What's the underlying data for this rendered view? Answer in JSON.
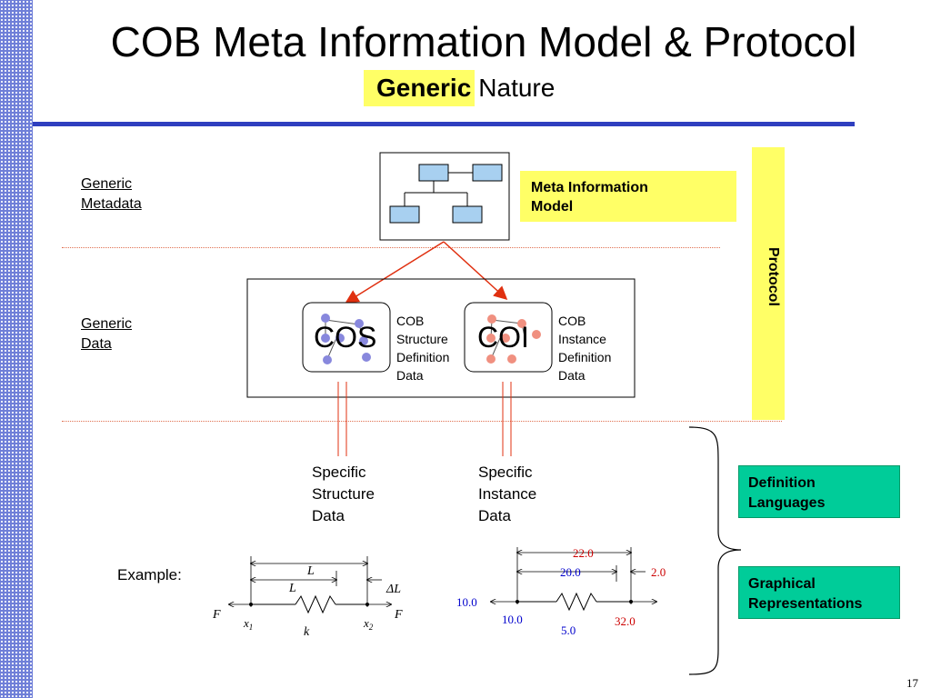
{
  "slide": {
    "title": "COB Meta Information Model & Protocol",
    "subtitle_highlight": "Generic",
    "subtitle_rest": "Nature",
    "page_number": "17"
  },
  "left_labels": {
    "generic_metadata_1": "Generic",
    "generic_metadata_2": "Metadata",
    "generic_data_1": "Generic",
    "generic_data_2": "Data"
  },
  "meta_info_box": {
    "line1": "Meta Information",
    "line2": "Model"
  },
  "protocol_label": "Protocol",
  "cos": {
    "label": "COS",
    "desc": [
      "COB",
      "Structure",
      "Definition",
      "Data"
    ]
  },
  "coi": {
    "label": "COI",
    "desc": [
      "COB",
      "Instance",
      "Definition",
      "Data"
    ]
  },
  "specific_structure": [
    "Specific",
    "Structure",
    "Data"
  ],
  "specific_instance": [
    "Specific",
    "Instance",
    "Data"
  ],
  "definition_languages": {
    "line1": "Definition",
    "line2": "Languages"
  },
  "graphical_representations": {
    "line1": "Graphical",
    "line2": "Representations"
  },
  "example_label": "Example:",
  "example_left": {
    "L_top": "L",
    "L_mid": "L",
    "delta_L": "ΔL",
    "F_left": "F",
    "F_right": "F",
    "x1": "x",
    "x1_sub": "1",
    "x2": "x",
    "x2_sub": "2",
    "k": "k"
  },
  "example_right": {
    "v_22": "22.0",
    "v_20": "20.0",
    "v_2": "2.0",
    "v_10_left": "10.0",
    "v_10_bottom": "10.0",
    "v_5": "5.0",
    "v_32": "32.0"
  },
  "colors": {
    "accent_blue": "#2f3fbf",
    "highlight_yellow": "#ffff66",
    "green_box": "#00cc99",
    "arrow_red": "#e03010",
    "value_red": "#cc0000",
    "value_blue": "#0000cc"
  }
}
